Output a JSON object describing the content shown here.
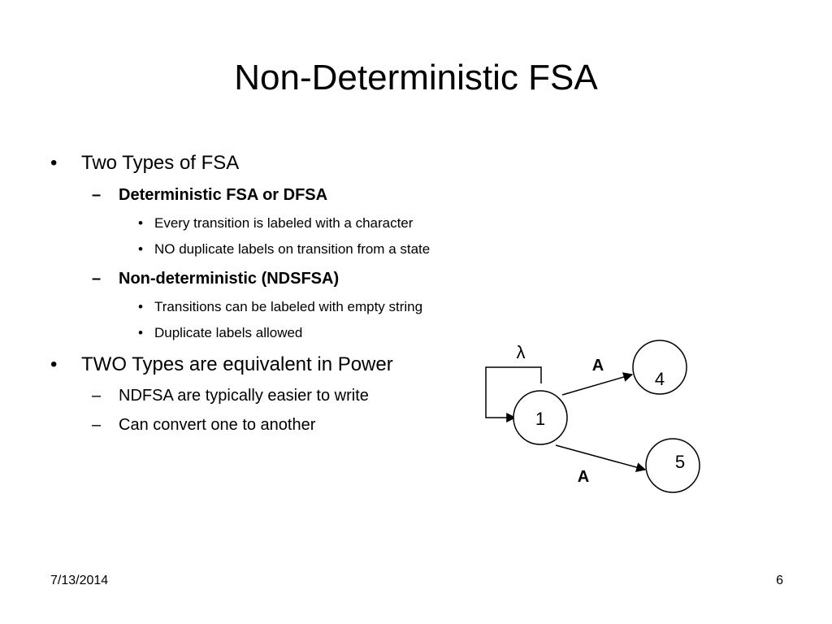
{
  "slide": {
    "title": "Non-Deterministic FSA"
  },
  "bullets": {
    "b1": {
      "marker": "•",
      "text": "Two Types of FSA"
    },
    "b1_1": {
      "marker": "–",
      "text": "Deterministic FSA or DFSA"
    },
    "b1_1_1": {
      "marker": "•",
      "text": "Every transition is labeled with a character"
    },
    "b1_1_2": {
      "marker": "•",
      "text": "NO duplicate labels on transition from a state"
    },
    "b1_2": {
      "marker": "–",
      "text": "Non-deterministic (NDSFSA)"
    },
    "b1_2_1": {
      "marker": "•",
      "text": "Transitions can be labeled with empty string"
    },
    "b1_2_2": {
      "marker": "•",
      "text": "Duplicate labels allowed"
    },
    "b2": {
      "marker": "•",
      "text": "TWO Types are equivalent in Power"
    },
    "b2_1": {
      "marker": "–",
      "text": "NDFSA are typically easier to write"
    },
    "b2_2": {
      "marker": "–",
      "text": "Can convert one to another"
    }
  },
  "diagram": {
    "states": [
      {
        "id": "s1",
        "label": "1"
      },
      {
        "id": "s4",
        "label": "4"
      },
      {
        "id": "s5",
        "label": "5"
      }
    ],
    "transitions": [
      {
        "from": "1",
        "to": "1",
        "label": "λ"
      },
      {
        "from": "1",
        "to": "4",
        "label": "A"
      },
      {
        "from": "1",
        "to": "5",
        "label": "A"
      }
    ]
  },
  "footer": {
    "date": "7/13/2014",
    "page": "6"
  }
}
